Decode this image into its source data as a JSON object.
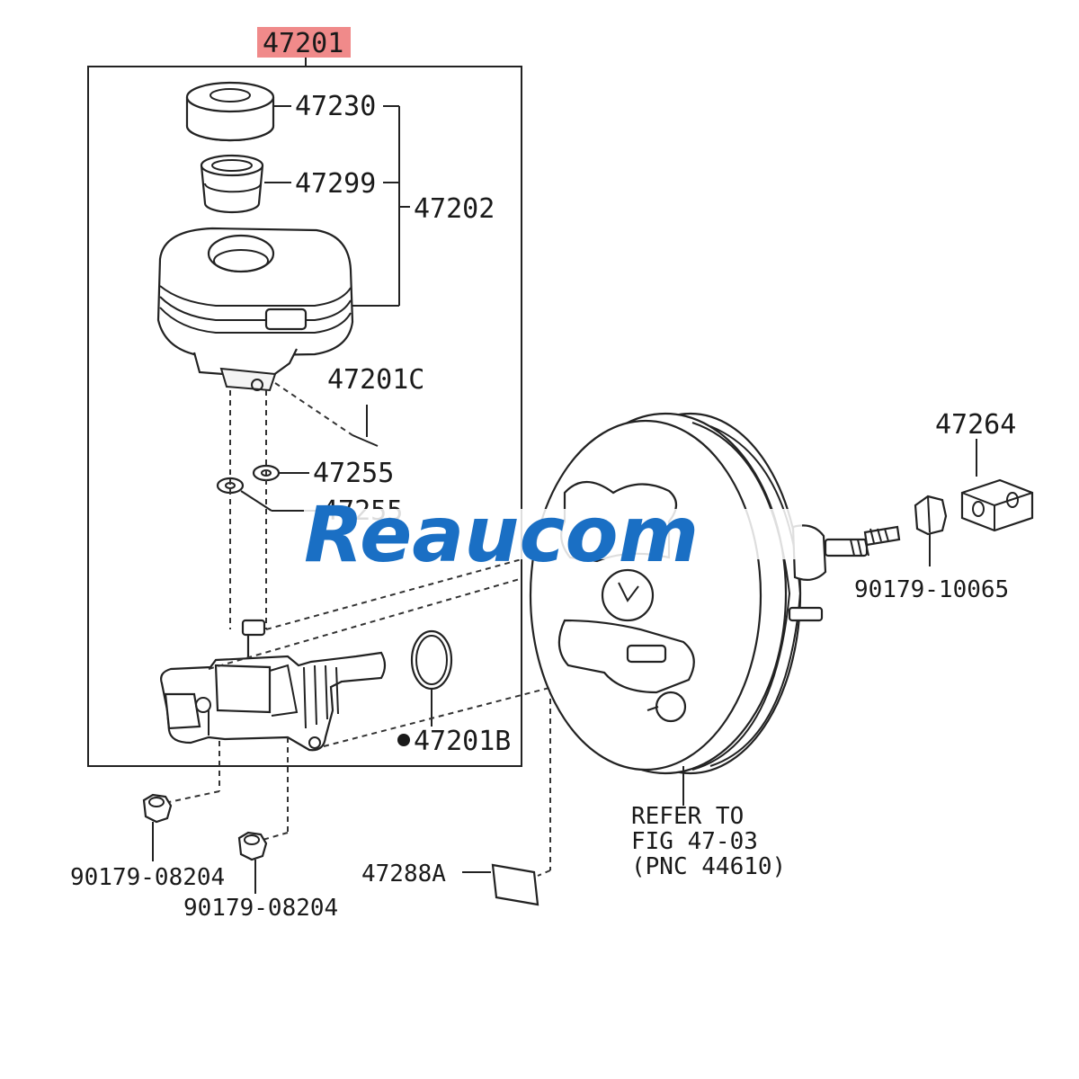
{
  "colors": {
    "highlight": "#f08a8a",
    "watermark": "#1a6fc4",
    "ink": "#1a1a1a"
  },
  "labels": {
    "main_assembly": "47201",
    "cap": "47230",
    "strainer": "47299",
    "reservoir": "47202",
    "pin": "47201C",
    "grommet_1": "47255",
    "grommet_2": "47255",
    "oring": "47201B",
    "nut_1": "90179-08204",
    "nut_2": "90179-08204",
    "gasket": "47288A",
    "booster_note_1": "REFER TO",
    "booster_note_2": "FIG 47-03",
    "booster_note_3": "(PNC 44610)",
    "clevis": "47264",
    "clevis_nut": "90179-10065"
  },
  "watermark": {
    "text": "Reaucom"
  },
  "icons": {
    "oring_marker": "filled-circle-icon"
  }
}
